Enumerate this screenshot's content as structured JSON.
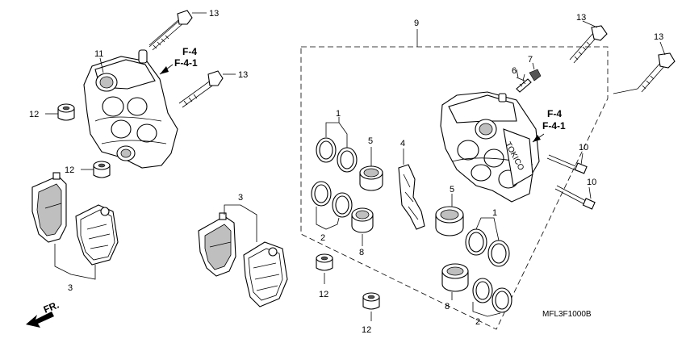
{
  "callouts": {
    "n1a": "1",
    "n1b": "1",
    "n2a": "2",
    "n2b": "2",
    "n3a": "3",
    "n3b": "3",
    "n4": "4",
    "n5a": "5",
    "n5b": "5",
    "n6": "6",
    "n7": "7",
    "n8a": "8",
    "n8b": "8",
    "n9": "9",
    "n10a": "10",
    "n10b": "10",
    "n11": "11",
    "n12a": "12",
    "n12b": "12",
    "n12c": "12",
    "n12d": "12",
    "n13a": "13",
    "n13b": "13",
    "n13c": "13",
    "n13d": "13"
  },
  "refs": {
    "left_a": "F-4",
    "left_b": "F-4-1",
    "right_a": "F-4",
    "right_b": "F-4-1"
  },
  "front_label": "FR.",
  "brand_text": "TOKICO",
  "diagram_code": "MFL3F1000B"
}
